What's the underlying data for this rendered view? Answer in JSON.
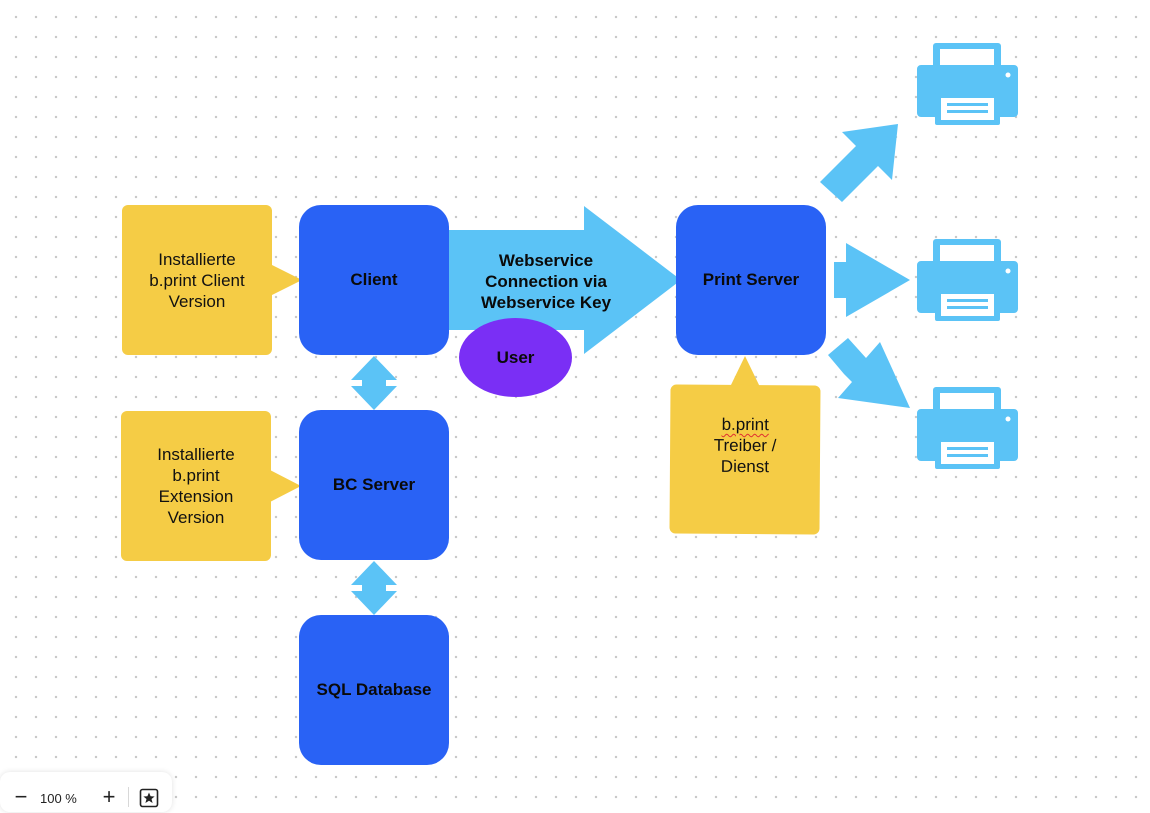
{
  "nodes": {
    "client": "Client",
    "bc_server": "BC Server",
    "sql_database": "SQL Database",
    "print_server": "Print Server"
  },
  "notes": {
    "client_version": "Installierte\nb.print Client\nVersion",
    "extension_version": "Installierte\nb.print\nExtension\nVersion",
    "driver_word1": "b.print",
    "driver_rest": "Treiber /\nDienst"
  },
  "connection_label": "Webservice\nConnection via\nWebservice Key",
  "user_label": "User",
  "zoom": {
    "level": "100 %",
    "minus": "−",
    "plus": "+"
  },
  "icons": [
    "printer-icon",
    "printer-icon",
    "printer-icon",
    "star-icon"
  ],
  "colors": {
    "node_blue": "#2962f5",
    "note_yellow": "#f5cc45",
    "arrow_light_blue": "#5bc3f6",
    "user_purple": "#7a2ff5"
  }
}
